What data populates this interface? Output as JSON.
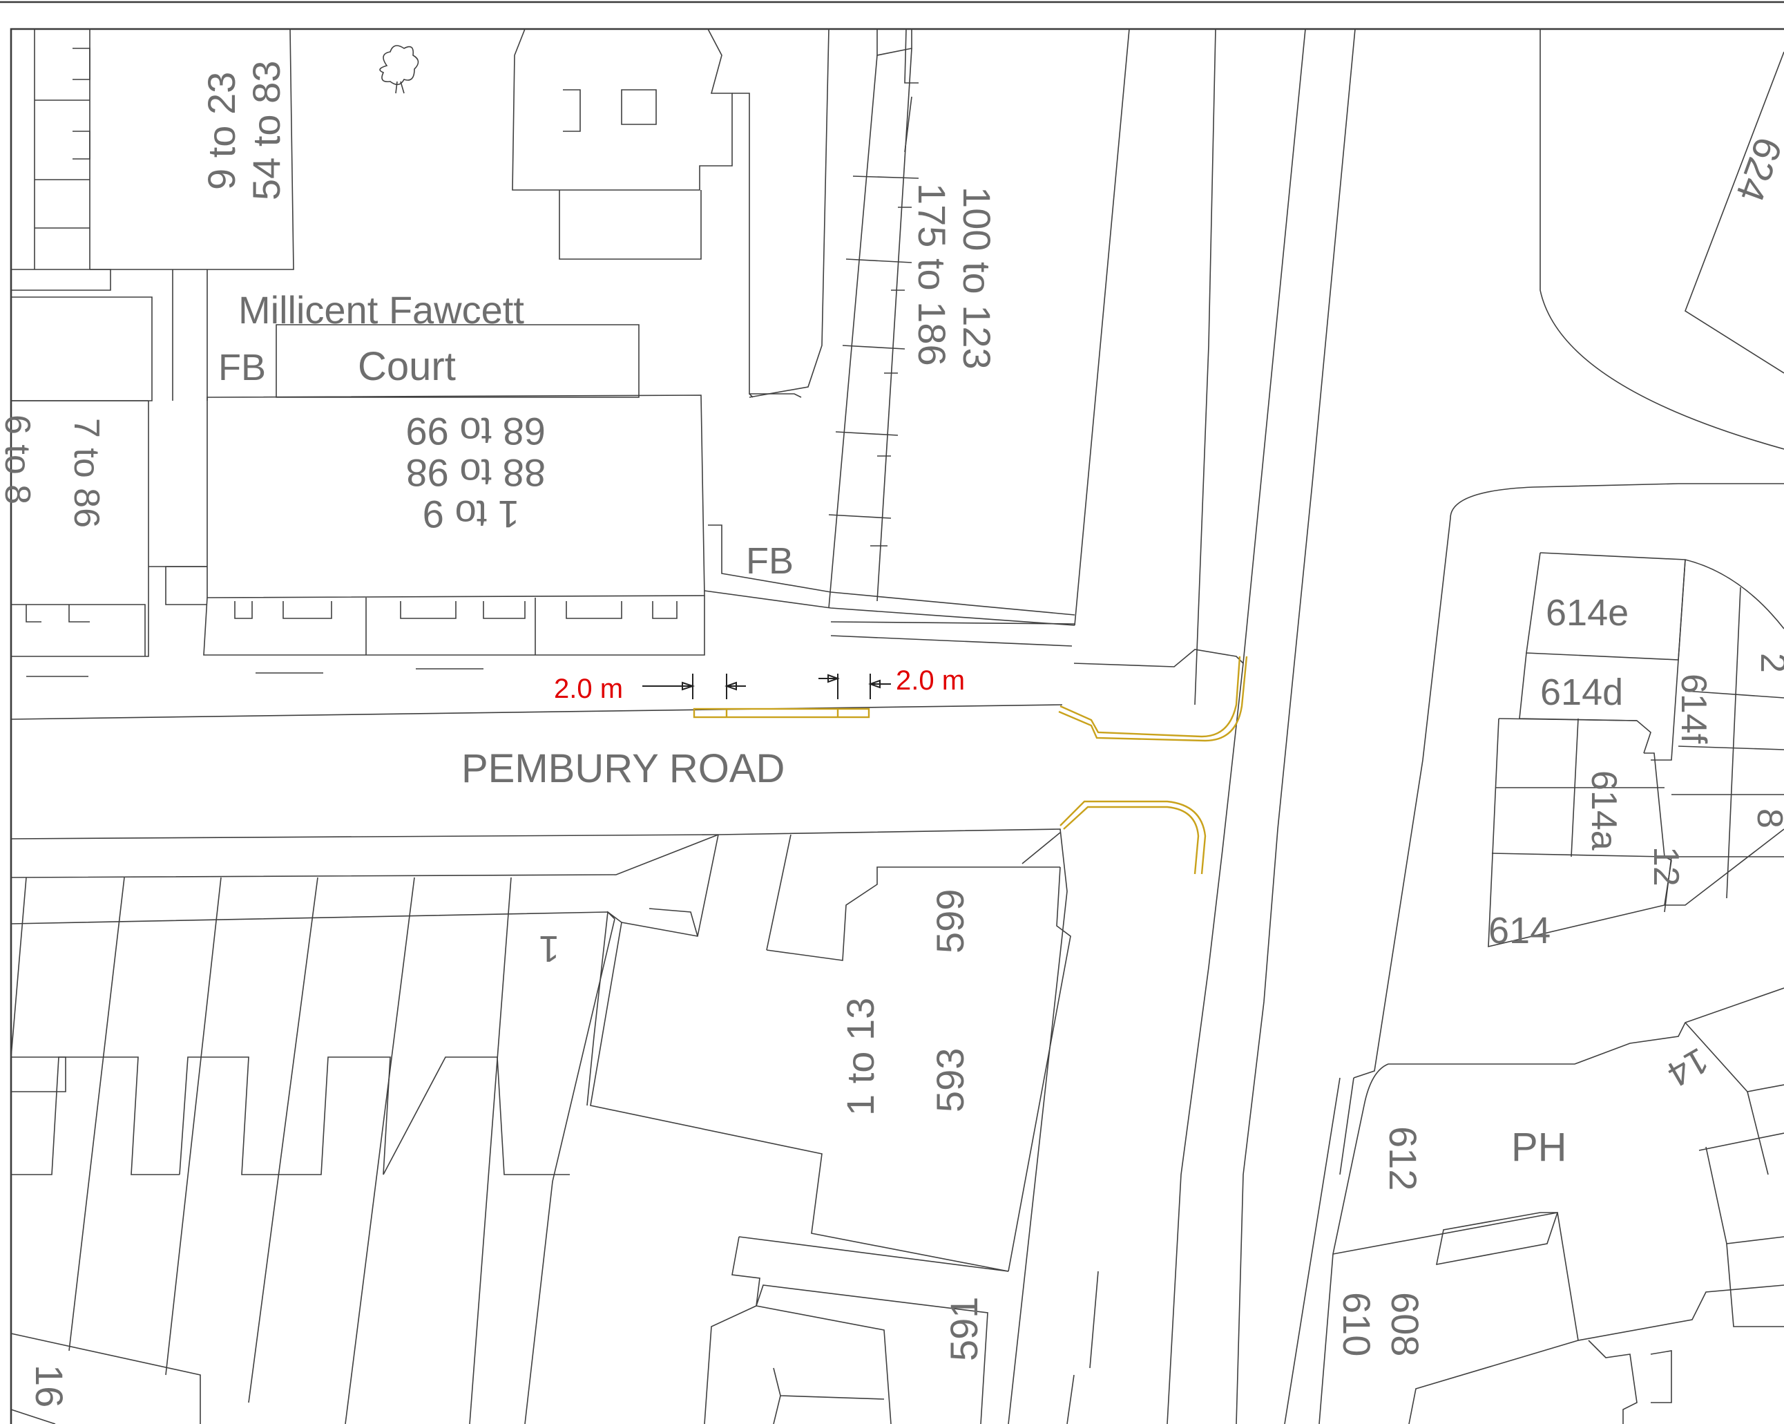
{
  "map": {
    "road_name": "PEMBURY ROAD",
    "court_name_line1": "Millicent Fawcett",
    "court_name_line2": "Court",
    "labels": {
      "fb1": "FB",
      "fb2": "FB",
      "ph": "PH",
      "nums_9_23": "9 to 23",
      "nums_54_83": "54 to 83",
      "nums_100_123": "100 to 123",
      "nums_175_186": "175 to 186",
      "nums_68_99": "68 to 99",
      "nums_88_98": "88 to 98",
      "nums_1_9": "1 to 9",
      "nums_7_86": "7 to 86",
      "nums_frag": "6 to 8",
      "n624": "624",
      "n614e": "614e",
      "n614d": "614d",
      "n614f": "614f",
      "n614a": "614a",
      "n614": "614",
      "n12": "12",
      "n14": "14",
      "n8": "8",
      "n2": "2",
      "n599": "599",
      "n593": "593",
      "n1to13": "1 to 13",
      "n1": "1",
      "n591": "591",
      "n612": "612",
      "n610": "610",
      "n608": "608",
      "n16": "16"
    },
    "dimensions": {
      "left": "2.0 m",
      "right": "2.0 m"
    },
    "colors": {
      "linework": "#3f3f3f",
      "label": "#6e6e6e",
      "kerb": "#c9a21c",
      "dimension": "#e00000"
    }
  }
}
